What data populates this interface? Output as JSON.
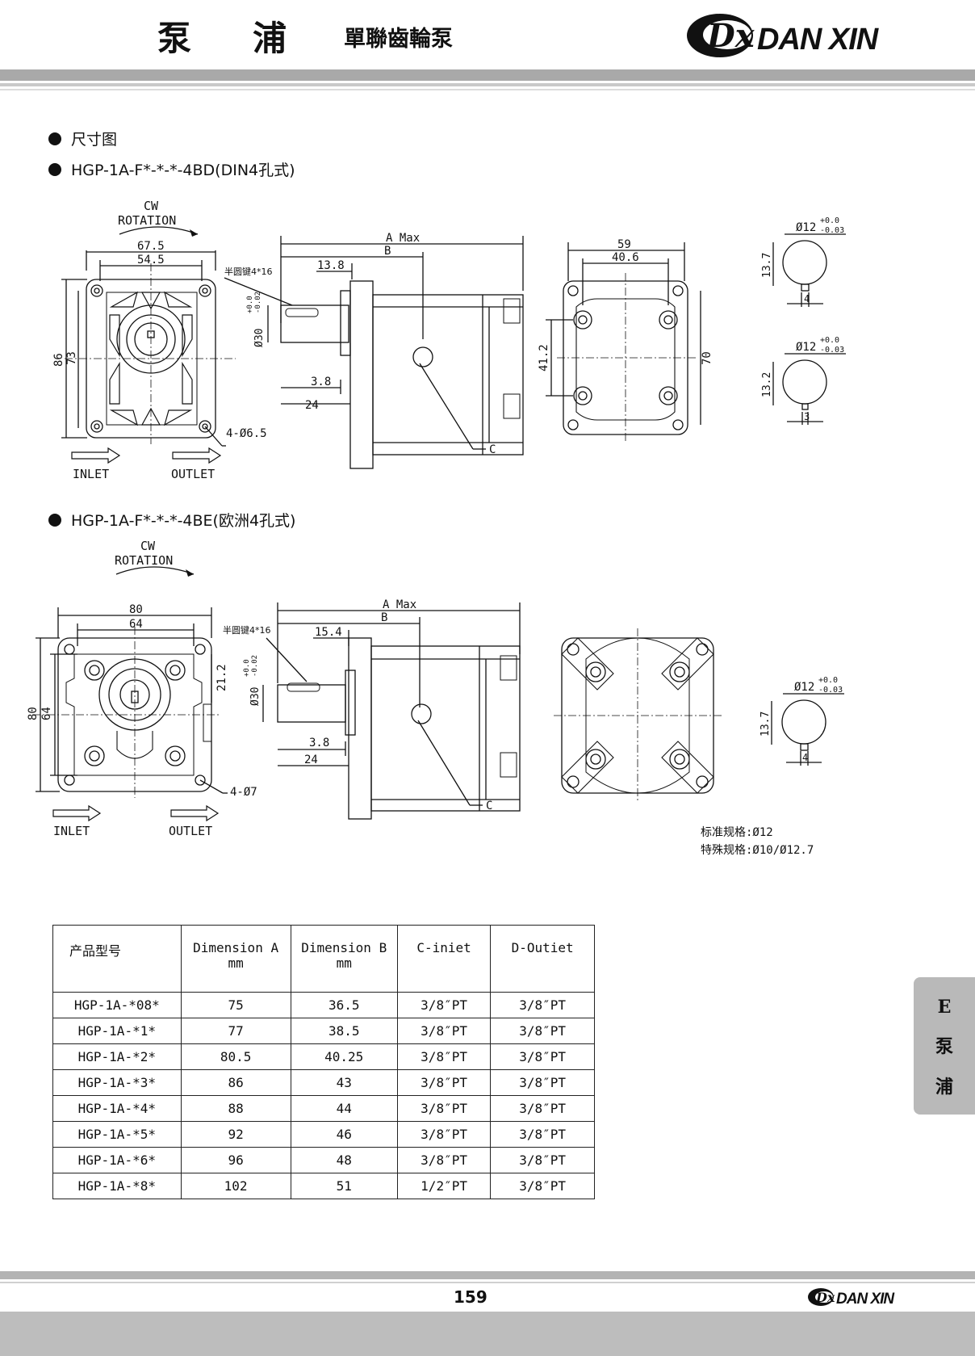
{
  "header": {
    "title_part1": "泵",
    "title_part2": "浦",
    "subtitle": "單聯齒輪泵",
    "brand": "DAN XIN"
  },
  "sections": {
    "dimension_heading": "尺寸图",
    "model_bd": "HGP-1A-F*-*-*-4BD(DIN4孔式)",
    "model_be": "HGP-1A-F*-*-*-4BE(欧洲4孔式)"
  },
  "drawing_bd": {
    "rotation_line1": "CW",
    "rotation_line2": "ROTATION",
    "width_outer": "67.5",
    "width_inner": "54.5",
    "height_outer": "86",
    "height_inner": "73",
    "holes": "4-Ø6.5",
    "inlet": "INLET",
    "outlet": "OUTLET",
    "a_max": "A Max",
    "b": "B",
    "key_offset": "13.8",
    "key": "半圆键4*16",
    "shaft_dia": "Ø30",
    "shaft_tol_upper": "+0.0",
    "shaft_tol_lower": "-0.02",
    "flange_step": "3.8",
    "shaft_len": "24",
    "port_c": "C",
    "rear_width_outer": "59",
    "rear_width_inner": "40.6",
    "rear_height_inner": "41.2",
    "rear_height_outer": "70",
    "shaft1_dia": "Ø12",
    "shaft1_tol_upper": "+0.0",
    "shaft1_tol_lower": "-0.03",
    "shaft1_height": "13.7",
    "shaft1_key": "4",
    "shaft2_dia": "Ø12",
    "shaft2_tol_upper": "+0.0",
    "shaft2_tol_lower": "-0.03",
    "shaft2_height": "13.2",
    "shaft2_key": "3"
  },
  "drawing_be": {
    "rotation_line1": "CW",
    "rotation_line2": "ROTATION",
    "width_outer": "80",
    "width_inner": "64",
    "height_outer": "80",
    "height_inner": "64",
    "offset": "21.2",
    "holes": "4-Ø7",
    "inlet": "INLET",
    "outlet": "OUTLET",
    "a_max": "A Max",
    "b": "B",
    "key_offset": "15.4",
    "key": "半圆键4*16",
    "shaft_dia": "Ø30",
    "shaft_tol_upper": "+0.0",
    "shaft_tol_lower": "-0.02",
    "flange_step": "3.8",
    "shaft_len": "24",
    "port_c": "C",
    "shaft_key_dia": "Ø12",
    "shaft_key_tol_upper": "+0.0",
    "shaft_key_tol_lower": "-0.03",
    "shaft_key_height": "13.7",
    "shaft_key_width": "4",
    "note_standard": "标准规格:Ø12",
    "note_special": "特殊规格:Ø10/Ø12.7"
  },
  "table": {
    "headers": [
      {
        "line1": "产品型号",
        "line2": ""
      },
      {
        "line1": "Dimension A",
        "line2": "mm"
      },
      {
        "line1": "Dimension B",
        "line2": "mm"
      },
      {
        "line1": "C-iniet",
        "line2": ""
      },
      {
        "line1": "D-Outiet",
        "line2": ""
      }
    ],
    "rows": [
      [
        "HGP-1A-*08*",
        "75",
        "36.5",
        "3/8″PT",
        "3/8″PT"
      ],
      [
        "HGP-1A-*1*",
        "77",
        "38.5",
        "3/8″PT",
        "3/8″PT"
      ],
      [
        "HGP-1A-*2*",
        "80.5",
        "40.25",
        "3/8″PT",
        "3/8″PT"
      ],
      [
        "HGP-1A-*3*",
        "86",
        "43",
        "3/8″PT",
        "3/8″PT"
      ],
      [
        "HGP-1A-*4*",
        "88",
        "44",
        "3/8″PT",
        "3/8″PT"
      ],
      [
        "HGP-1A-*5*",
        "92",
        "46",
        "3/8″PT",
        "3/8″PT"
      ],
      [
        "HGP-1A-*6*",
        "96",
        "48",
        "3/8″PT",
        "3/8″PT"
      ],
      [
        "HGP-1A-*8*",
        "102",
        "51",
        "1/2″PT",
        "3/8″PT"
      ]
    ]
  },
  "side_tab": {
    "letter": "E",
    "char1": "泵",
    "char2": "浦"
  },
  "footer": {
    "page_number": "159",
    "brand": "DAN XIN"
  }
}
